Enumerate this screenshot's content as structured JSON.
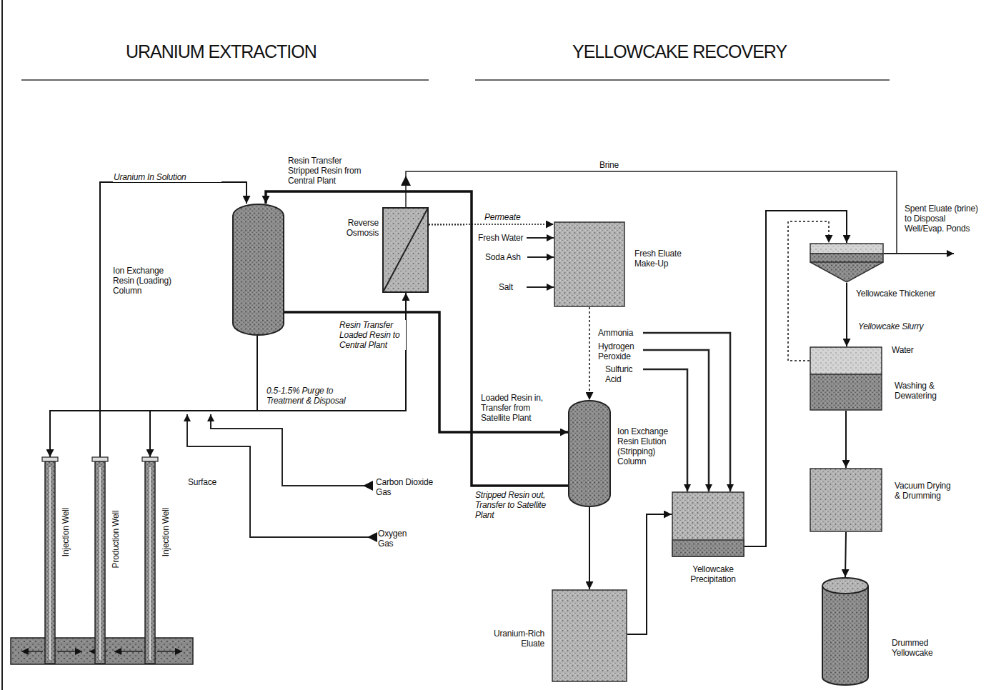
{
  "diagram": {
    "nodes": [
      {
        "text": [
          "Ion Exchange Resin (Loading) Column"
        ]
      },
      {
        "text": [
          "Reverse Osmosis"
        ]
      },
      {
        "text": [
          "Fresh Eluate Make-Up"
        ]
      },
      {
        "text": [
          "Ion Exchange Resin Elution (Stripping) Column"
        ]
      },
      {
        "text": [
          "Uranium-Rich Eluate"
        ]
      },
      {
        "text": [
          "Yellowcake Precipitation"
        ]
      },
      {
        "text": [
          "Yellowcake Thickener"
        ]
      },
      {
        "text": [
          "Water",
          "Washing & Dewatering"
        ]
      },
      {
        "text": [
          "Vacuum Drying & Drumming"
        ]
      },
      {
        "text": [
          "Drummed Yellowcake"
        ]
      },
      {
        "text": [
          "Injection Well"
        ]
      },
      {
        "text": [
          "Production Well"
        ]
      },
      {
        "text": [
          "Injection Well"
        ]
      }
    ],
    "edges": [
      {
        "from": 11,
        "to": 0,
        "label": "Uranium In Solution",
        "arrow": "to"
      },
      {
        "from": 0,
        "to": 3,
        "label": "Resin Transfer Loaded Resin to Central Plant",
        "arrow": "to"
      },
      {
        "from": 3,
        "to": 0,
        "label": "Stripped Resin out, Transfer to Satellite Plant",
        "arrow": "to"
      },
      {
        "from": 0,
        "to": 10,
        "arrow": "to"
      },
      {
        "from": 0,
        "to": 12,
        "arrow": "to"
      },
      {
        "from": 0,
        "to": 1,
        "label": "0.5-1.5% Purge to Treatment & Disposal",
        "arrow": "to"
      },
      {
        "from": 1,
        "to": 2,
        "label": "Permeate",
        "arrow": "to"
      },
      {
        "from": 2,
        "to": 3,
        "arrow": "to"
      },
      {
        "from": 3,
        "to": 4,
        "arrow": "to"
      },
      {
        "from": 4,
        "to": 5,
        "arrow": "to"
      },
      {
        "from": 5,
        "to": 6,
        "arrow": "to"
      },
      {
        "from": 6,
        "to": 7,
        "label": "Yellowcake Slurry",
        "arrow": "to"
      },
      {
        "from": 7,
        "to": 8,
        "arrow": "to"
      },
      {
        "from": 8,
        "to": 9,
        "arrow": "to"
      },
      {
        "from": 7,
        "to": 6,
        "arrow": "to"
      }
    ],
    "labels": [
      "URANIUM EXTRACTION",
      "YELLOWCAKE RECOVERY",
      "Resin Transfer Stripped Resin from Central Plant",
      "Loaded Resin in, Transfer from Satellite Plant",
      "Brine",
      "Fresh Water",
      "Soda Ash",
      "Salt",
      "Ammonia",
      "Hydrogen Peroxide",
      "Sulfuric Acid",
      "Carbon Dioxide Gas",
      "Oxygen Gas",
      "Surface",
      "Spent Eluate (brine) to Disposal Well/Evap. Ponds"
    ]
  }
}
